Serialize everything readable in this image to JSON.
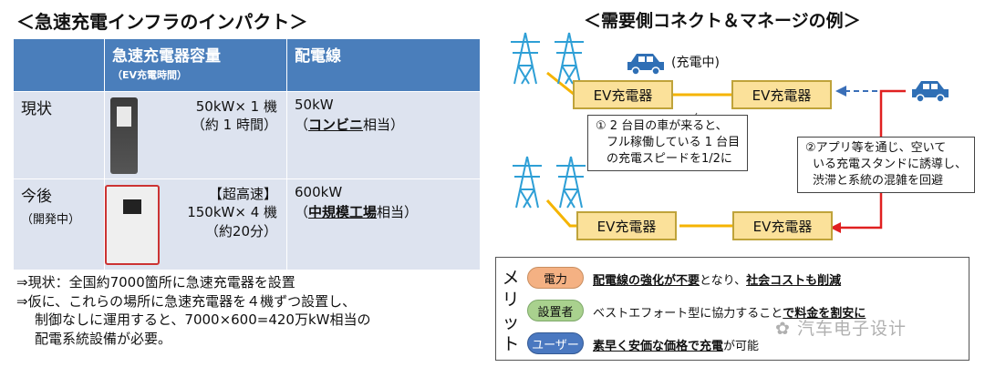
{
  "left": {
    "title": "＜急速充電インフラのインパクト＞",
    "table": {
      "header_capacity": "急速充電器容量",
      "header_capacity_sub": "（EV充電時間）",
      "header_line": "配電線",
      "rows": [
        {
          "label": "現状",
          "label_sub": "",
          "tag": "",
          "capacity": "50kW× 1 機",
          "time": "（約 1 時間）",
          "line_value": "50kW",
          "line_open": "（",
          "line_bold": "コンビニ",
          "line_suffix": "相当）"
        },
        {
          "label": "今後",
          "label_sub": "（開発中）",
          "tag": "【超高速】",
          "capacity": "150kW× 4 機",
          "time": "（約20分）",
          "line_value": "600kW",
          "line_open": "（",
          "line_bold": "中規模工場",
          "line_suffix": "相当）"
        }
      ]
    },
    "notes": [
      "⇒現状：全国約7000箇所に急速充電器を設置",
      "⇒仮に、これらの場所に急速充電器を４機ずつ設置し、",
      "制御なしに運用すると、7000×600=420万kW相当の",
      "配電系統設備が必要。"
    ]
  },
  "right": {
    "title": "＜需要側コネクト＆マネージの例＞",
    "charging_label": "(充電中)",
    "chargers": [
      "EV充電器",
      "EV充電器",
      "EV充電器",
      "EV充電器"
    ],
    "callout1": [
      "① 2 台目の車が来ると、",
      "フル稼働している 1 台目",
      "の充電スピードを1/2に"
    ],
    "callout2": [
      "②アプリ等を通じ、空いて",
      "いる充電スタンドに誘導し、",
      "渋滞と系統の混雑を回避"
    ]
  },
  "merit": {
    "label_chars": [
      "メ",
      "リ",
      "ッ",
      "ト"
    ],
    "items": [
      {
        "tag": "電力",
        "bold1": "配電線の強化が不要",
        "mid": "となり、",
        "bold2": "社会コストも削減",
        "tail": ""
      },
      {
        "tag": "設置者",
        "bold1": "",
        "mid": "ベストエフォート型に協力すること",
        "bold2": "で料金を割安に",
        "tail": ""
      },
      {
        "tag": "ユーザー",
        "bold1": "素早く安価な価格で充電",
        "mid": "",
        "bold2": "",
        "tail": "が可能"
      }
    ]
  },
  "watermark": "汽车电子设计",
  "colors": {
    "table_header": "#4a7ebb",
    "table_cell": "#dde3ef",
    "charger_box": "#fbe19a",
    "power_line": "#f5b400",
    "alert_line": "#e02020",
    "pylon": "#2e9fd6",
    "car": "#2f6fb5"
  }
}
